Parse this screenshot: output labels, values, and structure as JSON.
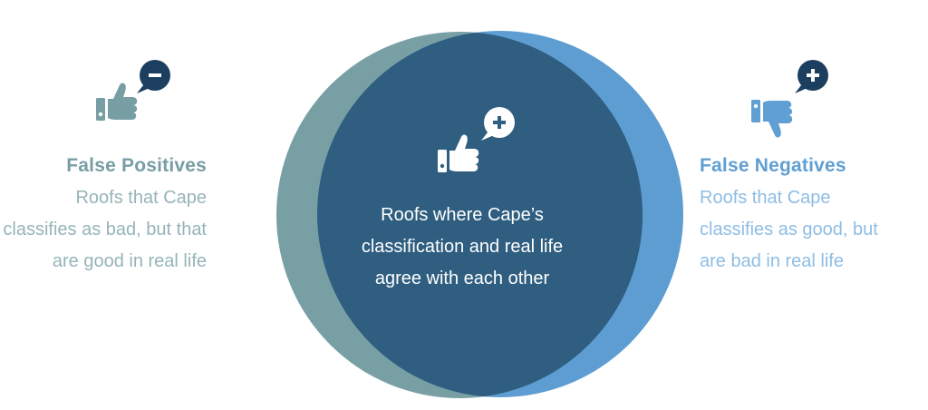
{
  "diagram": {
    "colors": {
      "left_circle": "#789fa4",
      "right_circle": "#5e9dd2",
      "intersection": "#2f5e80",
      "left_icon": "#779ea3",
      "right_icon": "#5f9fd3",
      "badge": "#1c3f5f"
    },
    "left": {
      "title": "False Positives",
      "body": "Roofs that Cape classifies as bad, but that are good in real life",
      "icon": "thumbs-up-icon",
      "badge_icon": "minus-speech-bubble-icon"
    },
    "center": {
      "body": "Roofs where Cape’s classification and real life agree with each other",
      "icon": "thumbs-up-icon",
      "badge_icon": "plus-speech-bubble-icon"
    },
    "right": {
      "title": "False Negatives",
      "body": "Roofs that Cape classifies as good, but are bad in real life",
      "icon": "thumbs-down-icon",
      "badge_icon": "plus-speech-bubble-icon"
    }
  }
}
